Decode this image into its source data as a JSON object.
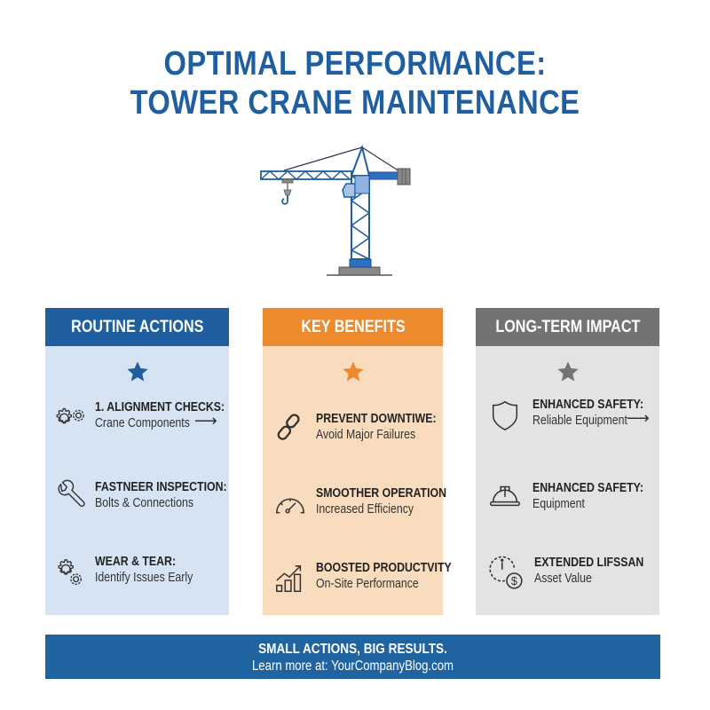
{
  "title": {
    "line1": "OPTIMAL PERFORMANCE:",
    "line2": "TOWER CRANE MAINTENANCE",
    "color": "#1f5fa0"
  },
  "illustration": {
    "icon": "tower-crane-icon"
  },
  "columns": [
    {
      "header": "ROUTINE ACTIONS",
      "header_color": "#1f5fa0",
      "background": "#d5e3f2",
      "star_color": "#1f5fa0",
      "items": [
        {
          "icon": "gears-icon",
          "title": "1. ALIGNMENT CHECKS:",
          "subtitle": "Crane Components",
          "arrow": "⟶"
        },
        {
          "icon": "wrench-icon",
          "title": "FASTNEER INSPECTION:",
          "subtitle": "Bolts & Connections"
        },
        {
          "icon": "gears-icon",
          "title": "WEAR & TEAR:",
          "subtitle": "Identify Issues Early"
        }
      ]
    },
    {
      "header": "KEY BENEFITS",
      "header_color": "#ee8a2e",
      "background": "#f9dcbd",
      "star_color": "#ee8a2e",
      "items": [
        {
          "icon": "chain-link-icon",
          "title": "PREVENT DOWNTIWE:",
          "subtitle": "Avoid Major Failures"
        },
        {
          "icon": "gauge-icon",
          "title": "SMOOTHER OPERATION",
          "subtitle": "Increased Efficiency"
        },
        {
          "icon": "growth-chart-icon",
          "title": "BOOSTED PRODUCTVITY",
          "subtitle": "On-Site Performance"
        }
      ]
    },
    {
      "header": "LONG-TERM IMPACT",
      "header_color": "#737373",
      "background": "#e3e3e3",
      "star_color": "#737373",
      "items": [
        {
          "icon": "shield-icon",
          "title": "ENHANCED SAFETY:",
          "subtitle": "Reliable Equipment",
          "arrow": "⟶"
        },
        {
          "icon": "hard-hat-icon",
          "title": "ENHANCED SAFETY:",
          "subtitle": "Equipment"
        },
        {
          "icon": "clock-dollar-icon",
          "title": "EXTENDED LIFSSAN",
          "subtitle": "Asset Value"
        }
      ]
    }
  ],
  "footer": {
    "tagline": "SMALL ACTIONS, BIG RESULTS.",
    "link_text": "Learn more at: YourCompanyBlog.com",
    "background": "#1f64a0"
  }
}
